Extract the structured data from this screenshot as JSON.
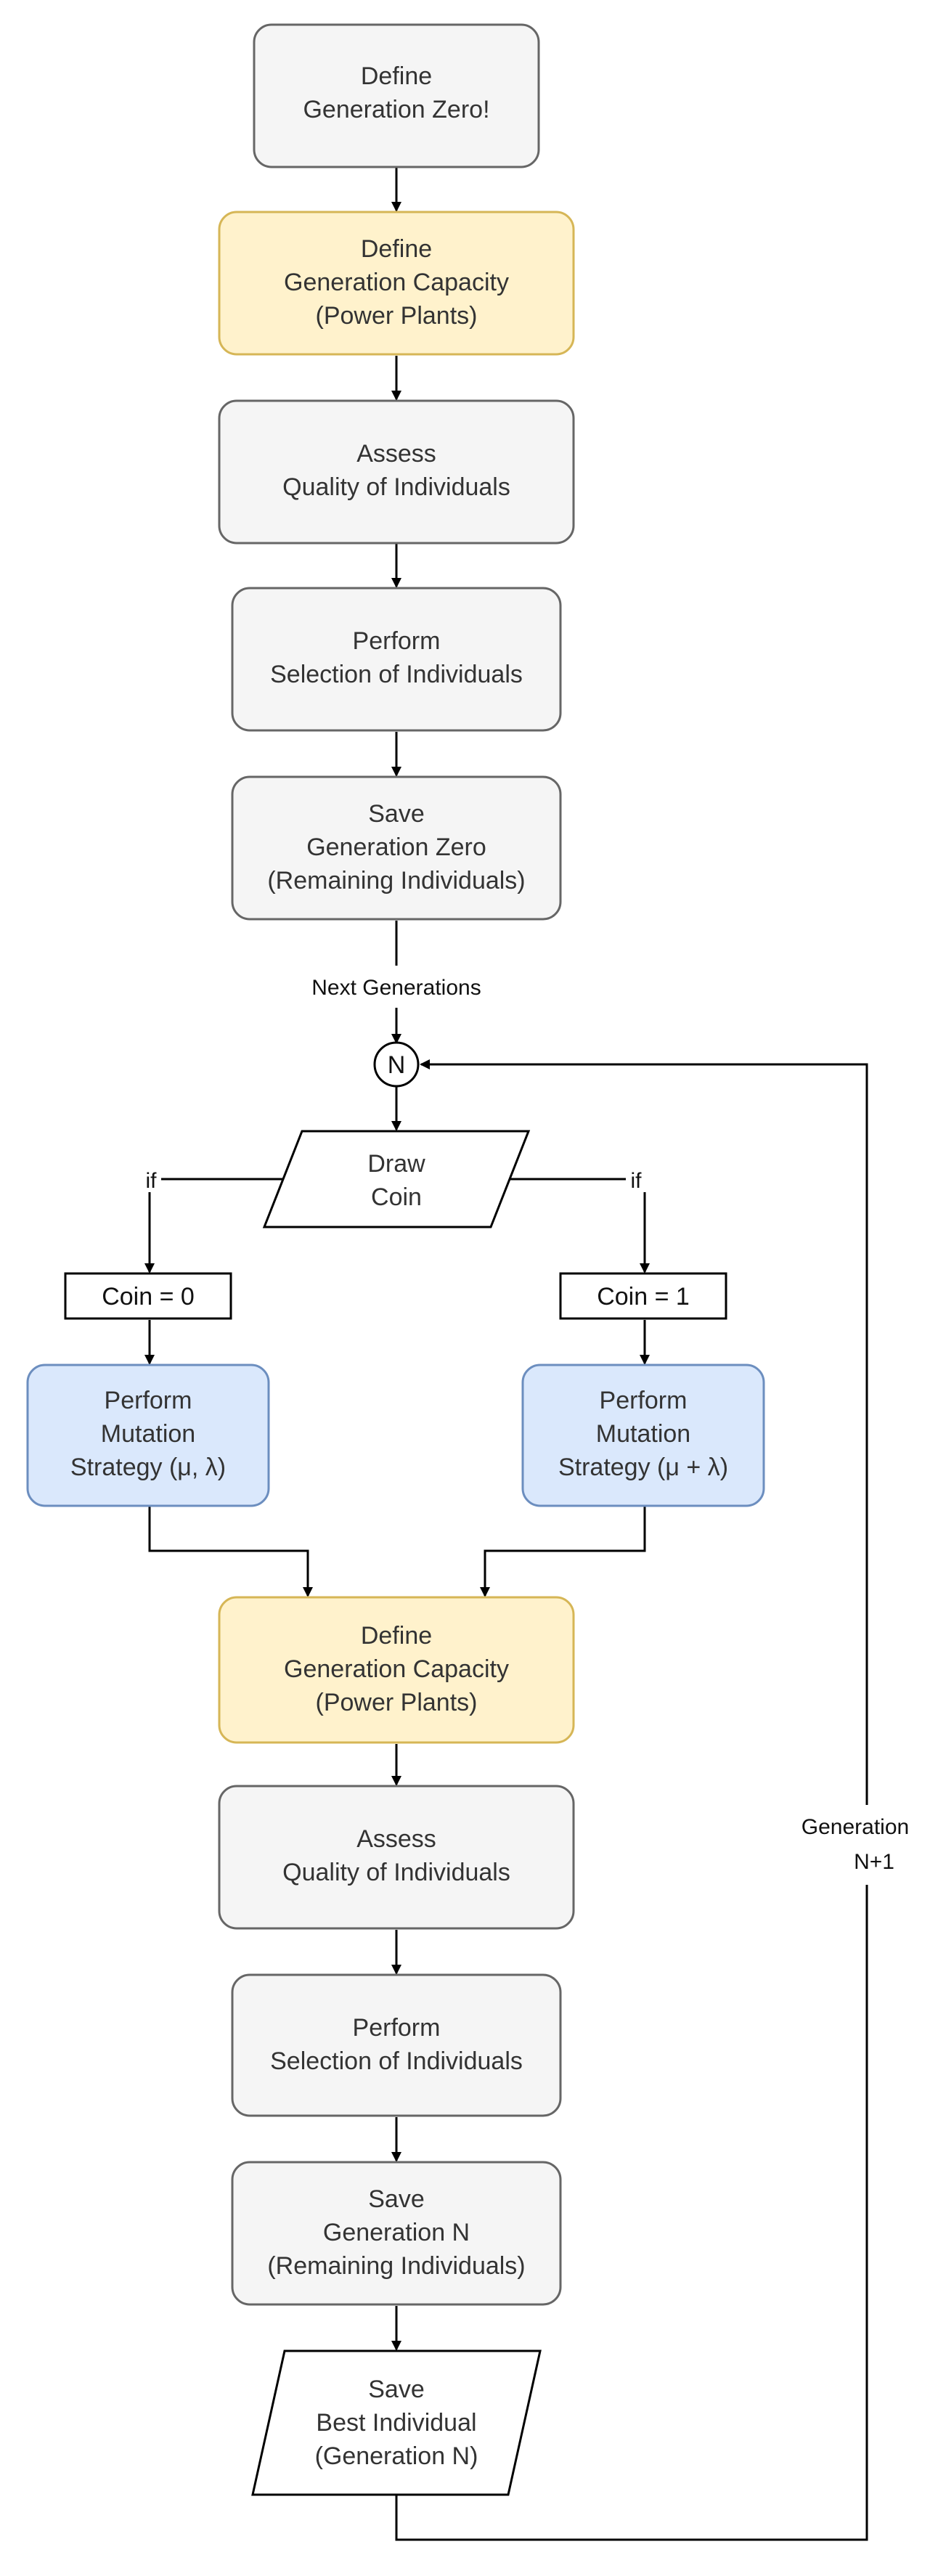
{
  "colors": {
    "gray_fill": "#f5f5f5",
    "gray_stroke": "#666666",
    "yellow_fill": "#fff2cc",
    "yellow_stroke": "#d6b656",
    "blue_fill": "#dae8fc",
    "blue_stroke": "#6c8ebf",
    "line": "#000000"
  },
  "nodes": {
    "define_gen_zero": [
      "Define",
      "Generation Zero!"
    ],
    "define_capacity_1": [
      "Define",
      "Generation Capacity",
      "(Power Plants)"
    ],
    "assess_1": [
      "Assess",
      "Quality of Individuals"
    ],
    "selection_1": [
      "Perform",
      "Selection of Individuals"
    ],
    "save_gen_zero": [
      "Save",
      "Generation Zero",
      "(Remaining Individuals)"
    ],
    "connector": "N",
    "draw_coin": [
      "Draw",
      "Coin"
    ],
    "coin_zero": "Coin = 0",
    "coin_one": "Coin = 1",
    "mutation_comma": [
      "Perform",
      "Mutation",
      "Strategy (μ, λ)"
    ],
    "mutation_plus": [
      "Perform",
      "Mutation",
      "Strategy (μ + λ)"
    ],
    "define_capacity_2": [
      "Define",
      "Generation Capacity",
      "(Power Plants)"
    ],
    "assess_2": [
      "Assess",
      "Quality of Individuals"
    ],
    "selection_2": [
      "Perform",
      "Selection of Individuals"
    ],
    "save_gen_n": [
      "Save",
      "Generation N",
      "(Remaining Individuals)"
    ],
    "save_best": [
      "Save",
      "Best Individual",
      "(Generation N)"
    ]
  },
  "edge_labels": {
    "next_generations": "Next Generations",
    "if_left": "if",
    "if_right": "if",
    "loop": [
      "Generation",
      "N+1"
    ]
  }
}
